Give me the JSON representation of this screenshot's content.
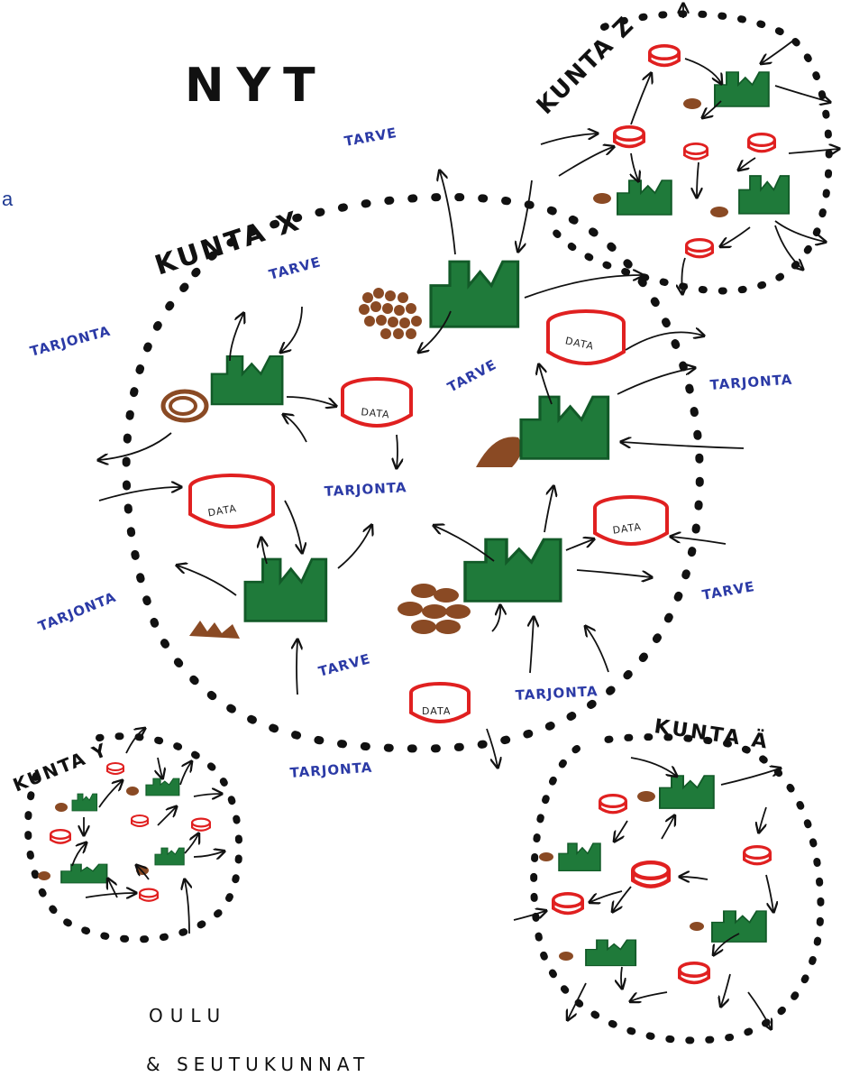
{
  "title": "NYT",
  "edge_fragment": "a",
  "regions": {
    "x": "KUNTA X",
    "y": "KUNTA Y",
    "z": "KUNTA Z",
    "a": "KUNTA Ä"
  },
  "labels": {
    "tarve": "TARVE",
    "tarjonta": "TARJONTA",
    "data": "DATA"
  },
  "footer": {
    "line1": "OULU",
    "line2": "& SEUTUKUNNAT"
  },
  "colors": {
    "factory": "#1f7a3a",
    "data_ring": "#e02020",
    "pile": "#8a4a24",
    "label_blue": "#2b3aa6",
    "boundary": "#111111"
  }
}
